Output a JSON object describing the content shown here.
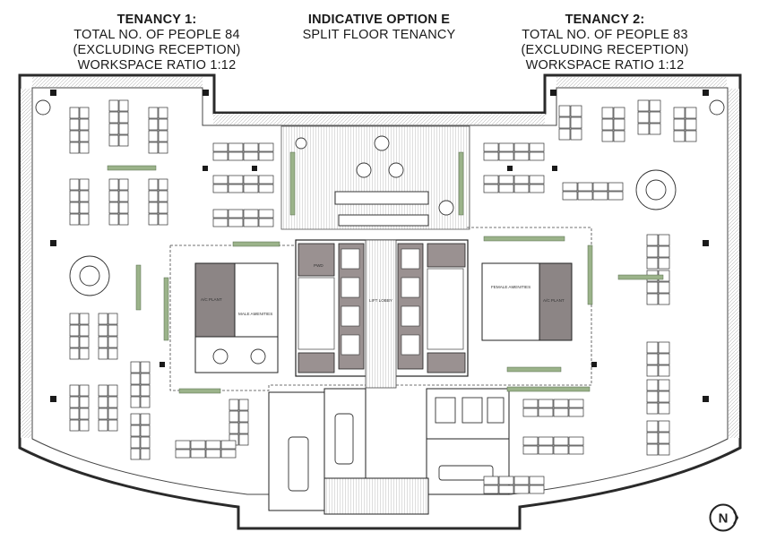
{
  "header": {
    "tenancy1": {
      "title": "TENANCY 1:",
      "lines": [
        "TOTAL NO. OF PEOPLE 84",
        "(EXCLUDING RECEPTION)",
        "WORKSPACE RATIO 1:12"
      ]
    },
    "center": {
      "title": "INDICATIVE OPTION E",
      "subtitle": "SPLIT FLOOR TENANCY"
    },
    "tenancy2": {
      "title": "TENANCY 2:",
      "lines": [
        "TOTAL NO. OF PEOPLE 83",
        "(EXCLUDING RECEPTION)",
        "WORKSPACE RATIO 1:12"
      ]
    }
  },
  "rooms": {
    "ac_plant_left": "A/C PLANT",
    "male_amenities": "MALE AMENITIES",
    "pwd": "PWD",
    "lift_lobby": "LIFT LOBBY",
    "female_amenities": "FEMALE AMENITIES",
    "ac_plant_right": "A/C PLANT"
  },
  "compass": {
    "label": "N"
  },
  "colors": {
    "line": "#2a2a2a",
    "core": "#9a9191",
    "plant": "#8c8585",
    "green": "#9bb38a",
    "glaze": "#e6e6e6"
  }
}
